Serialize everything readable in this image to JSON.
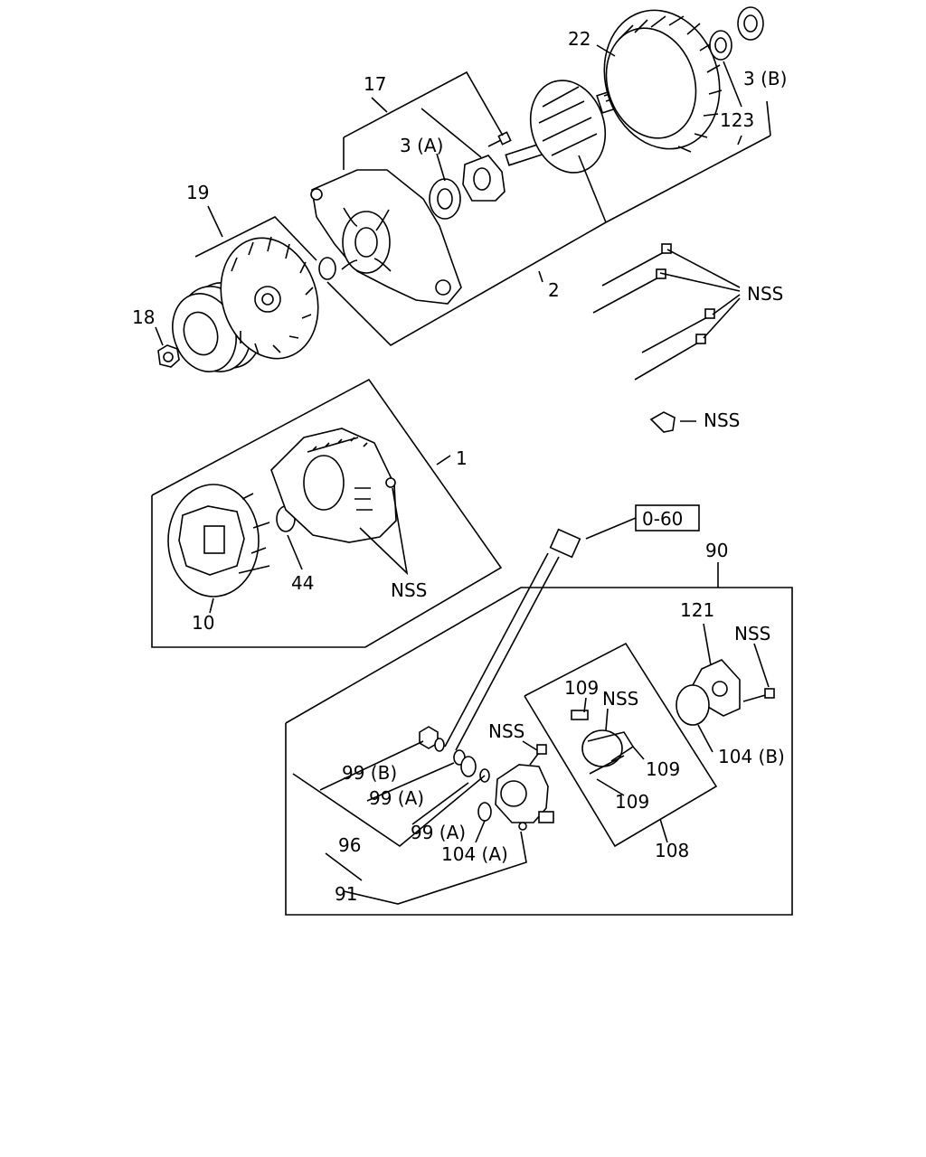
{
  "labels": {
    "c1": "1",
    "c2": "2",
    "c3a": "3 (A)",
    "c3b": "3 (B)",
    "c10": "10",
    "c17": "17",
    "c18": "18",
    "c19": "19",
    "c22": "22",
    "c44": "44",
    "c90": "90",
    "c91": "91",
    "c96": "96",
    "c99b": "99 (B)",
    "c99a_1": "99 (A)",
    "c99a_2": "99 (A)",
    "c104a": "104 (A)",
    "c104b": "104 (B)",
    "c108": "108",
    "c109_1": "109",
    "c109_2": "109",
    "c109_3": "109",
    "c121": "121",
    "c123": "123",
    "nss_bolts": "NSS",
    "nss_clip": "NSS",
    "nss_rear": "NSS",
    "nss_cover": "NSS",
    "nss_brush": "NSS",
    "nss_regulator": "NSS",
    "ref_box": "0-60"
  }
}
